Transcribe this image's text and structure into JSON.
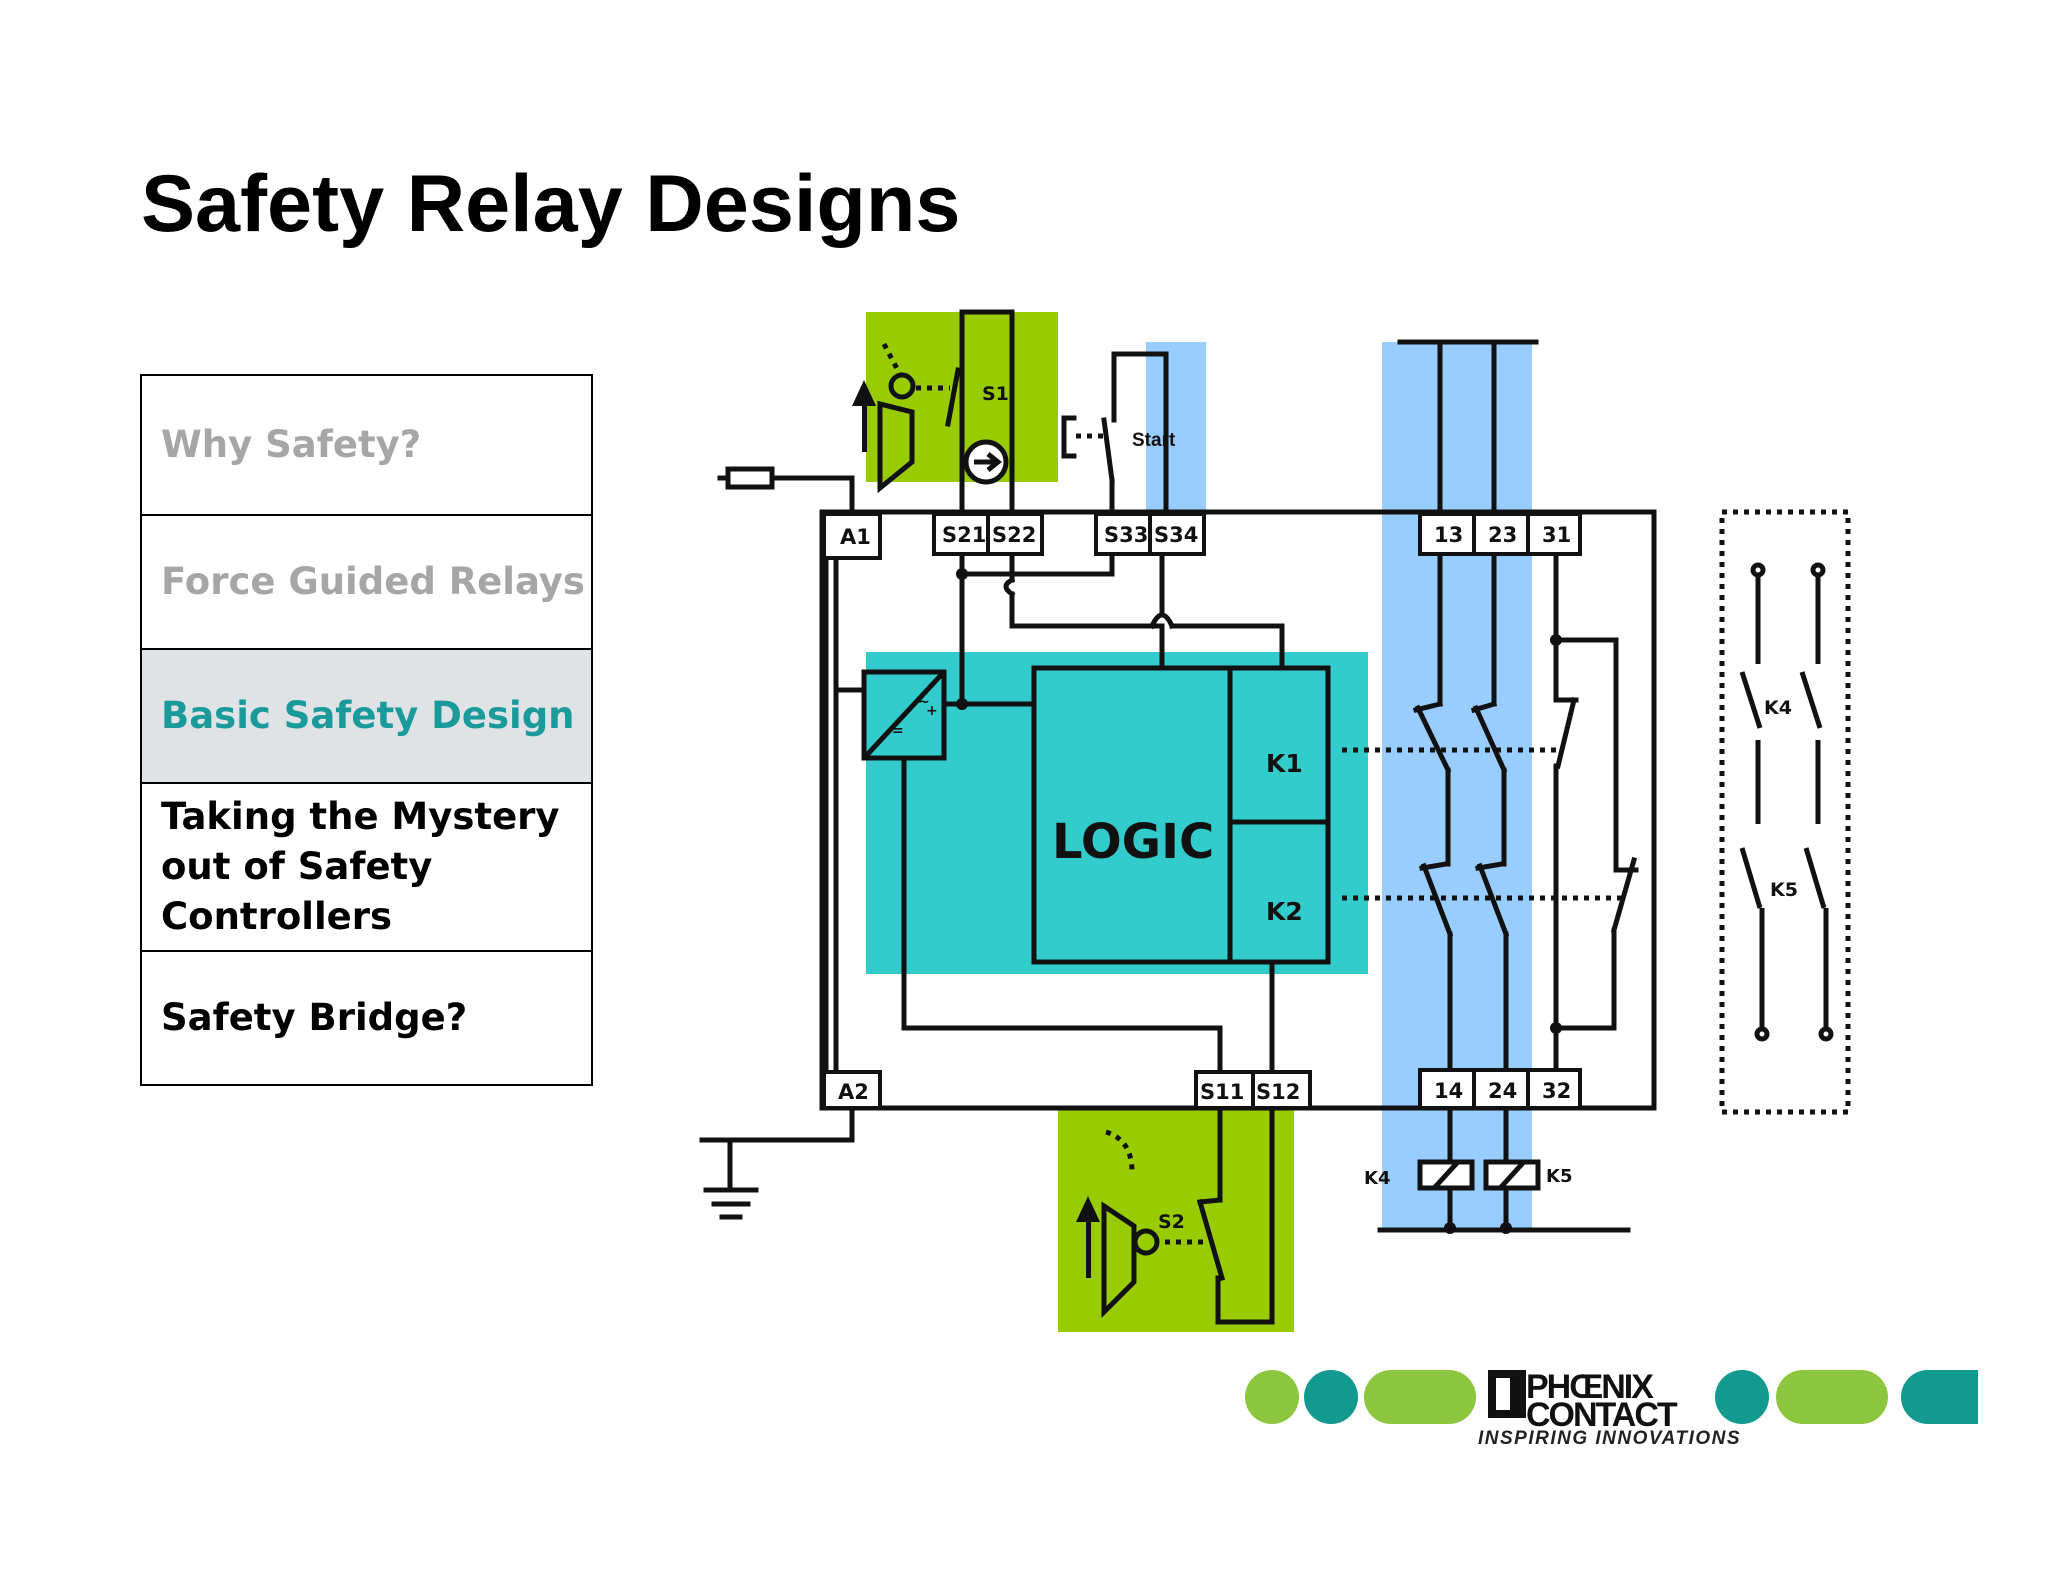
{
  "slide": {
    "title": "Safety Relay Designs"
  },
  "nav": {
    "items": [
      {
        "label": "Why Safety?",
        "state": "muted"
      },
      {
        "label": "Force Guided Relays",
        "state": "muted"
      },
      {
        "label": "Basic Safety Design",
        "state": "active"
      },
      {
        "label": "Taking the Mystery\nout of Safety\nControllers",
        "state": "normal"
      },
      {
        "label": "Safety Bridge?",
        "state": "normal"
      }
    ]
  },
  "diagram": {
    "logic_label": "LOGIC",
    "k1": "K1",
    "k2": "K2",
    "k4": "K4",
    "k5": "K5",
    "s1": "S1",
    "s2": "S2",
    "start": "Start",
    "terminals": {
      "a1": "A1",
      "a2": "A2",
      "s21": "S21",
      "s22": "S22",
      "s33": "S33",
      "s34": "S34",
      "t13": "13",
      "t23": "23",
      "t31": "31",
      "s11": "S11",
      "s12": "S12",
      "t14": "14",
      "t24": "24",
      "t32": "32"
    },
    "colors": {
      "green": "#99cc00",
      "teal": "#33cccc",
      "blue": "#99ccff"
    }
  },
  "footer": {
    "logo_line1": "PHŒNIX",
    "logo_line2": "CONTACT",
    "tagline": "INSPIRING INNOVATIONS",
    "colors": {
      "lime": "#8cc63f",
      "teal": "#129a8e"
    }
  }
}
